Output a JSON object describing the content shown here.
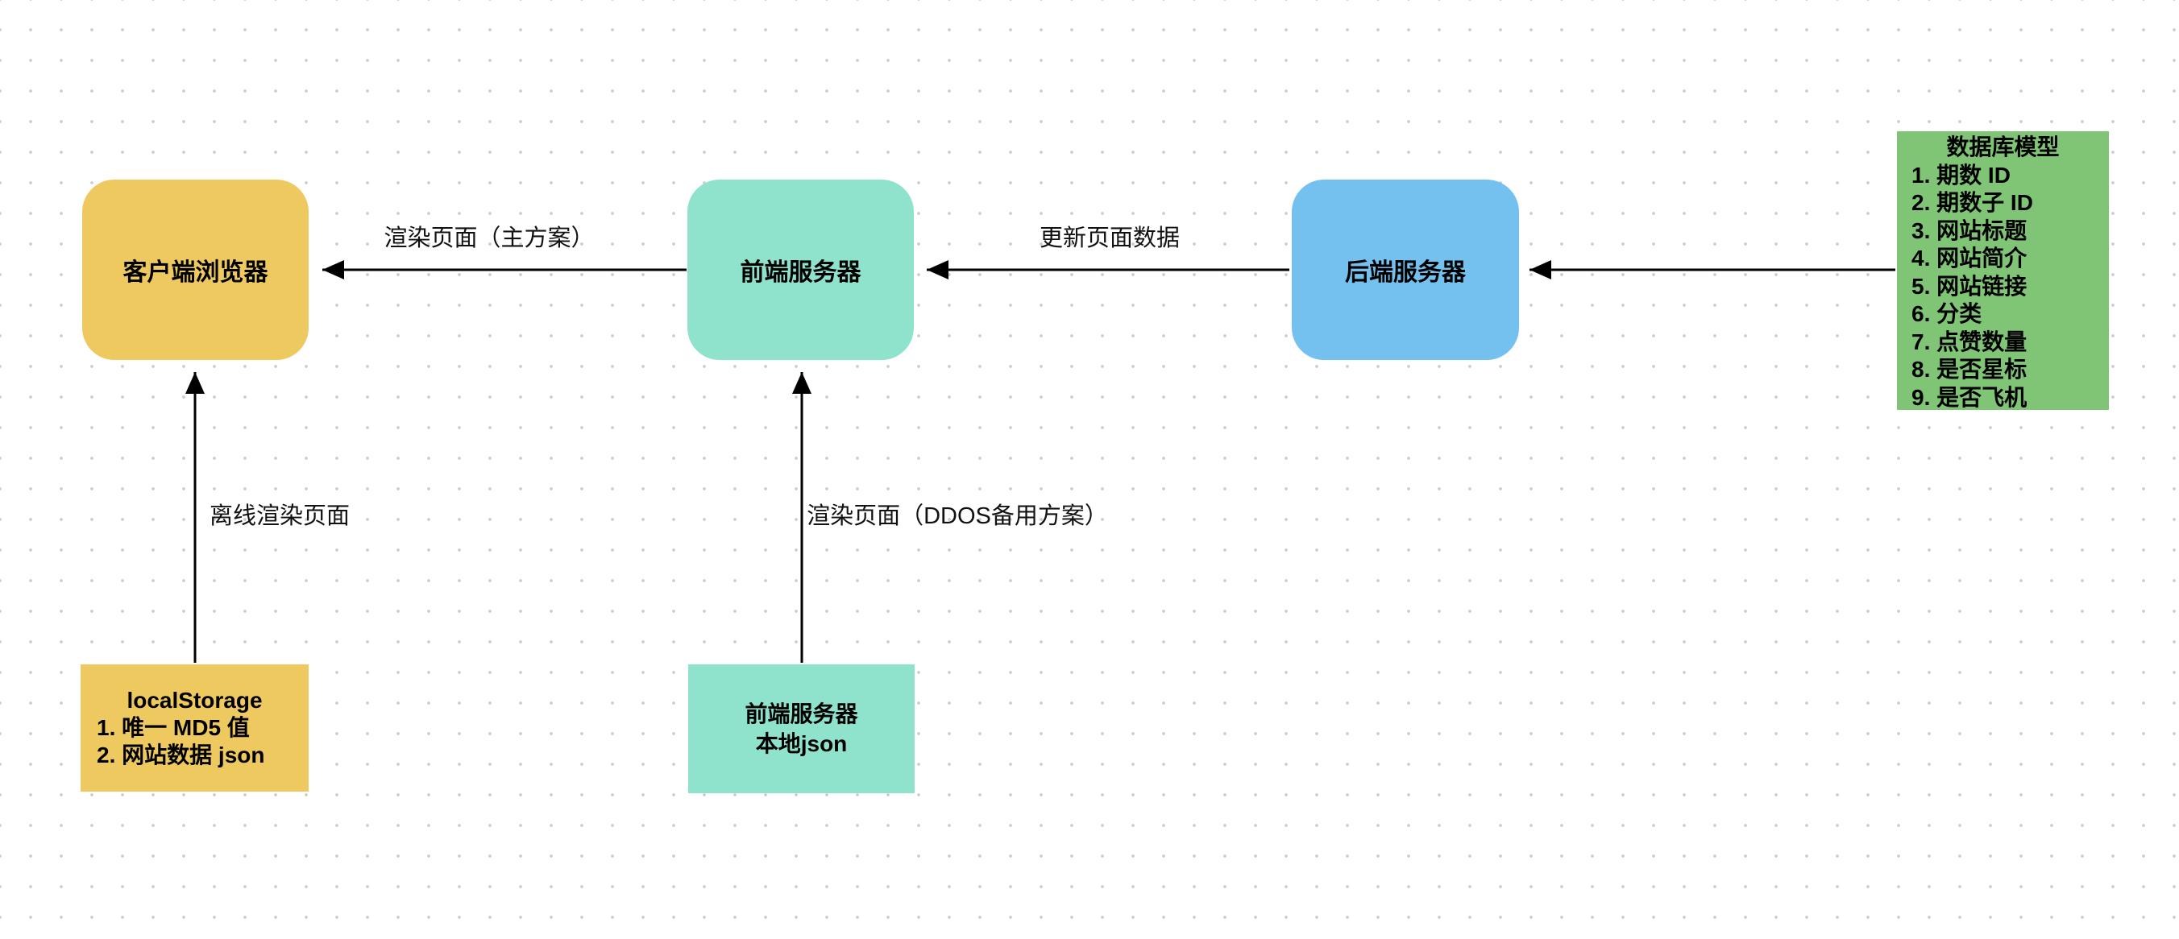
{
  "diagram": {
    "nodes": {
      "client_browser": {
        "label": "客户端浏览器",
        "color": "#edc95f"
      },
      "frontend_server": {
        "label": "前端服务器",
        "color": "#8fe2cc"
      },
      "backend_server": {
        "label": "后端服务器",
        "color": "#74c0ef"
      },
      "database_model": {
        "title": "数据库模型",
        "items": [
          "1. 期数 ID",
          "2. 期数子 ID",
          "3. 网站标题",
          "4. 网站简介",
          "5. 网站链接",
          "6. 分类",
          "7. 点赞数量",
          "8. 是否星标",
          "9. 是否飞机"
        ],
        "color": "#80c476"
      },
      "local_storage": {
        "title": "localStorage",
        "items": [
          "1. 唯一 MD5 值",
          "2. 网站数据 json"
        ],
        "color": "#edc95f"
      },
      "frontend_local_json": {
        "line1": "前端服务器",
        "line2": "本地json",
        "color": "#8fe2cc"
      }
    },
    "edges": {
      "render_main_label": "渲染页面（主方案）",
      "update_data_label": "更新页面数据",
      "offline_render_label": "离线渲染页面",
      "ddos_backup_label": "渲染页面（DDOS备用方案）"
    },
    "colors": {
      "arrow": "#000000",
      "grid_dot": "#cdcdcd",
      "background": "#ffffff",
      "text": "#000000"
    }
  }
}
